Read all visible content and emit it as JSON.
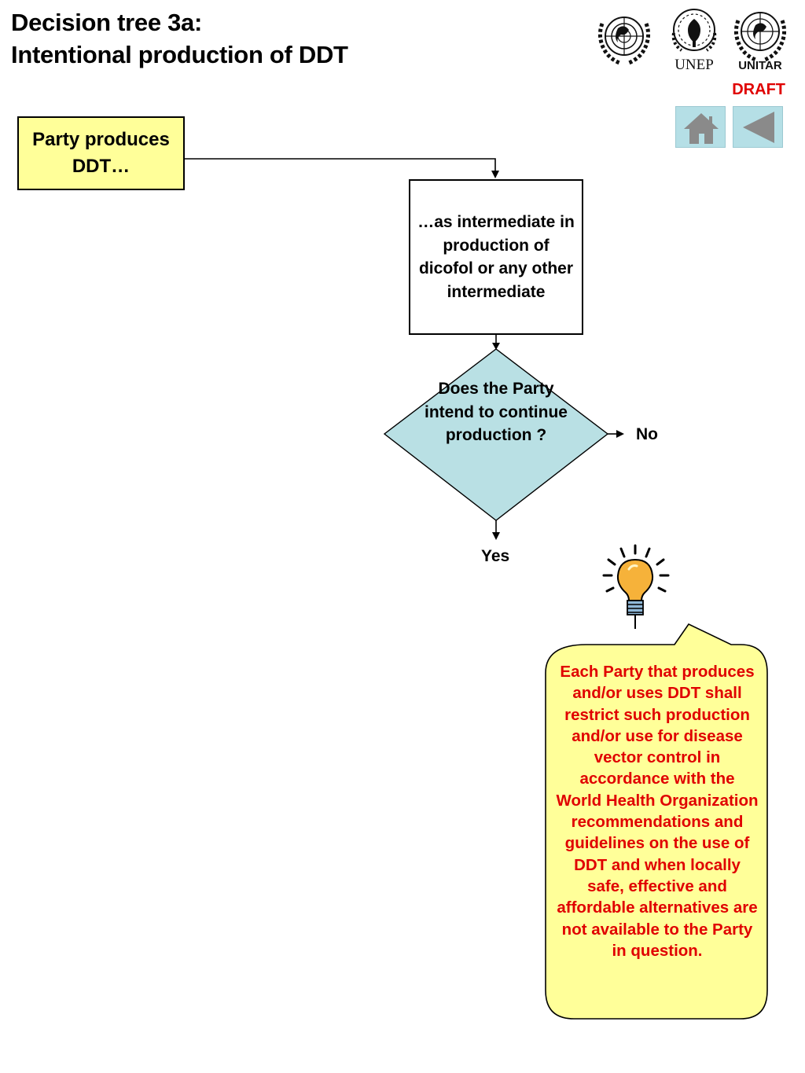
{
  "title": {
    "line1": "Decision tree 3a:",
    "line2": "Intentional production of DDT"
  },
  "logos": [
    {
      "name": "un-emblem",
      "caption": ""
    },
    {
      "name": "unep-logo",
      "caption": "UNEP"
    },
    {
      "name": "unitar-logo",
      "caption": "UNITAR"
    }
  ],
  "status": "DRAFT",
  "nav": {
    "home_icon": "home-icon",
    "back_icon": "back-arrow-icon"
  },
  "flow": {
    "start": "Party produces DDT…",
    "intermediate": "…as intermediate in production of dicofol or any other intermediate",
    "question": "Does the Party intend to continue production ?",
    "no_label": "No",
    "yes_label": "Yes"
  },
  "note": {
    "icon": "lightbulb-icon",
    "text": "Each Party that produces and/or uses DDT shall restrict such production and/or use for disease vector control in accordance with the World Health Organization recommendations and guidelines on the use of DDT and when locally safe, effective and affordable alternatives are not available to the Party in question."
  },
  "colors": {
    "start_fill": "#ffff99",
    "decision_fill": "#b9e0e4",
    "callout_fill": "#ffff99",
    "note_text": "#e00000",
    "draft_text": "#e00000",
    "nav_fill": "#b5dfe6"
  }
}
